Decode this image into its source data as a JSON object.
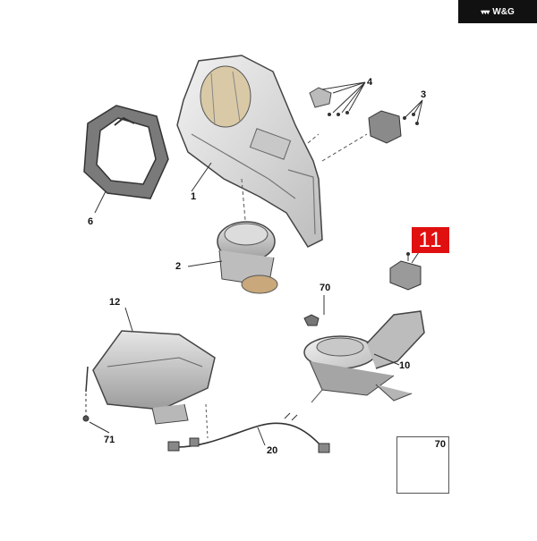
{
  "brand": {
    "name": "W&G",
    "mark": "▾▾▾"
  },
  "callouts": {
    "c1": "1",
    "c2": "2",
    "c3": "3",
    "c4": "4",
    "c6": "6",
    "c10": "10",
    "c11": "11",
    "c12": "12",
    "c20": "20",
    "c70": "70",
    "c70_inset": "70",
    "c71": "71"
  },
  "colors": {
    "highlight": "#e01010",
    "brand_bg": "#111111",
    "part_fill": "#d9d9d9",
    "line": "#333333"
  }
}
